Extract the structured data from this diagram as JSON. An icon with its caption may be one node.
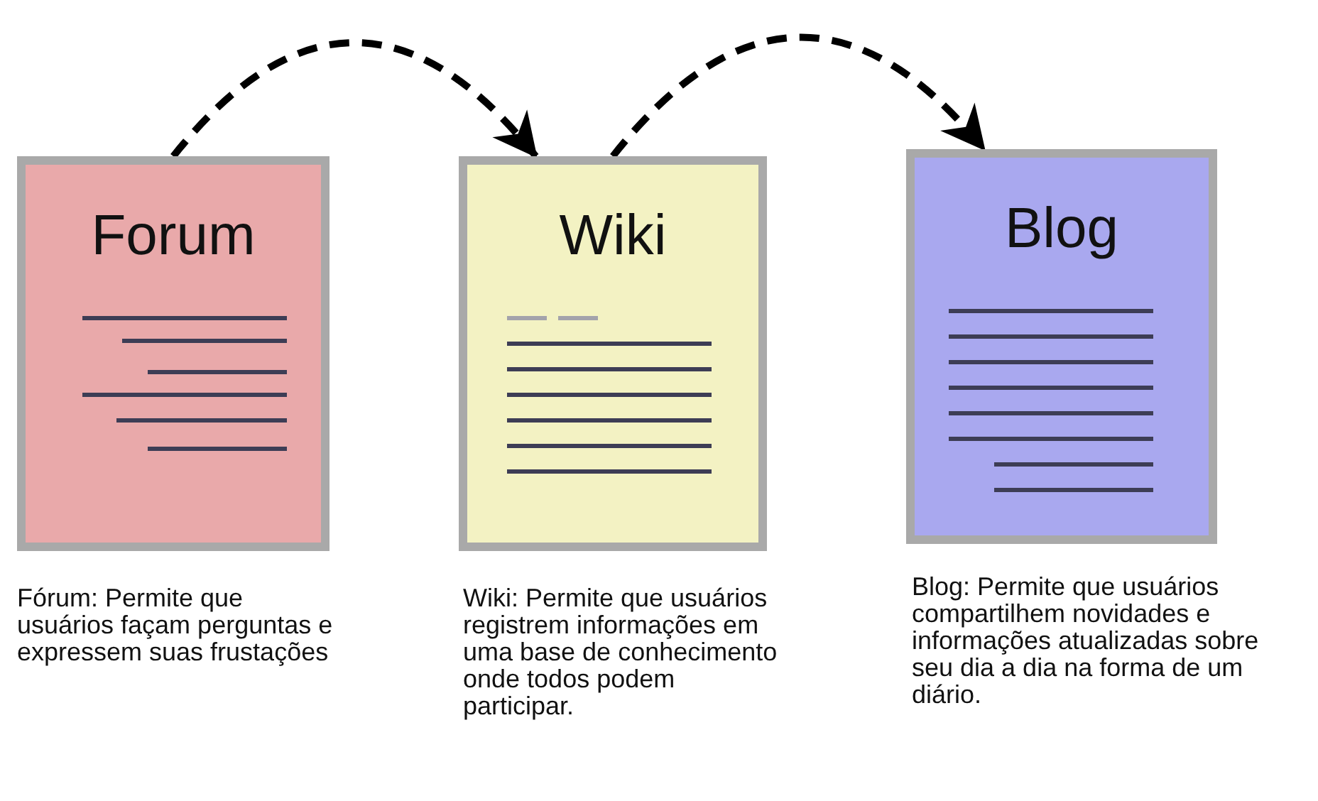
{
  "diagram": {
    "nodes": [
      {
        "text": [
          "Forum"
        ],
        "beside": [
          "Fórum: Permite que usuários façam perguntas e expressem suas frustações"
        ]
      },
      {
        "text": [
          "Wiki"
        ],
        "beside": [
          "Wiki: Permite que usuários registrem informações em uma base de conhecimento onde todos podem participar."
        ]
      },
      {
        "text": [
          "Blog"
        ],
        "beside": [
          "Blog: Permite que usuários compartilhem novidades e informações atualizadas sobre seu dia a dia na forma de um diário."
        ]
      }
    ],
    "edges": [
      {
        "from": 0,
        "to": 1,
        "arrow": "to",
        "style": "dashed"
      },
      {
        "from": 1,
        "to": 2,
        "arrow": "to",
        "style": "dashed"
      }
    ]
  }
}
